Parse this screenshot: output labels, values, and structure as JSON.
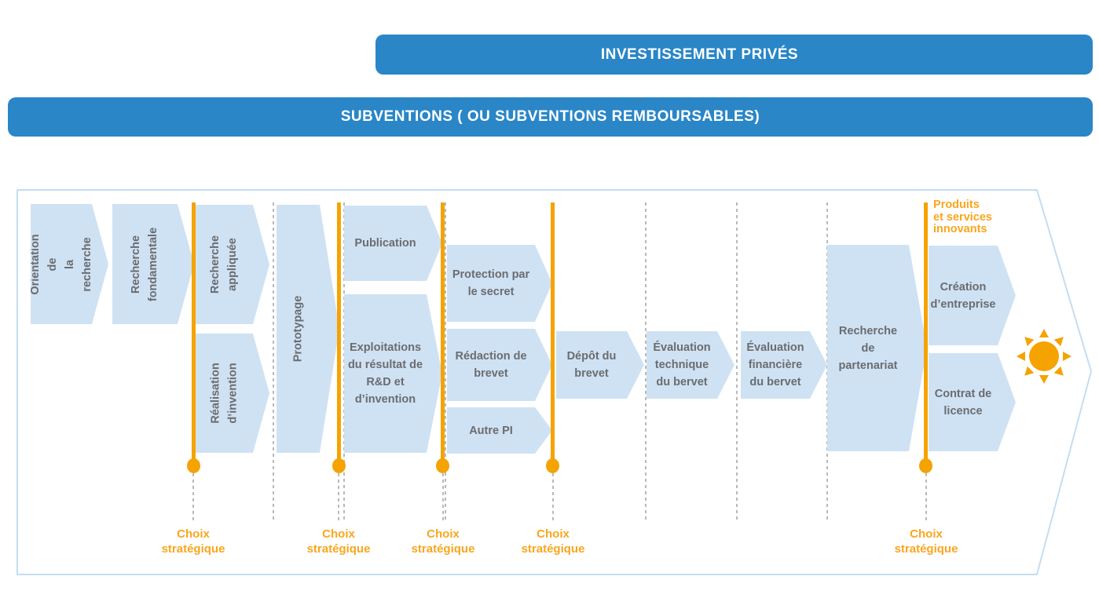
{
  "banners": {
    "investissement_prives": "INVESTISSEMENT PRIVÉS",
    "subventions": "SUBVENTIONS ( OU SUBVENTIONS REMBOURSABLES)"
  },
  "diagram": {
    "steps": [
      {
        "id": "orientation-de-la-recherche",
        "label": "Orientation de\nla recherche"
      },
      {
        "id": "recherche-fondamentale",
        "label": "Recherche\nfondamentale"
      },
      {
        "id": "recherche-appliquee",
        "label": "Recherche\nappliquée"
      },
      {
        "id": "realisation-d-invention",
        "label": "Réalisation\nd’invention"
      },
      {
        "id": "prototypage",
        "label": "Prototypage"
      },
      {
        "id": "publication",
        "label": "Publication"
      },
      {
        "id": "exploitations-du-resultat",
        "label": "Exploitations\ndu résultat de\nR&D et\nd’invention"
      },
      {
        "id": "protection-par-le-secret",
        "label": "Protection par\nle secret"
      },
      {
        "id": "redaction-de-brevet",
        "label": "Rédaction de\nbrevet"
      },
      {
        "id": "autre-pi",
        "label": "Autre PI"
      },
      {
        "id": "depot-du-brevet",
        "label": "Dépôt du\nbrevet"
      },
      {
        "id": "evaluation-technique",
        "label": "Évaluation\ntechnique\ndu bervet"
      },
      {
        "id": "evaluation-financiere",
        "label": "Évaluation\nfinancière\ndu bervet"
      },
      {
        "id": "recherche-de-partenariat",
        "label": "Recherche\nde\npartenariat"
      },
      {
        "id": "creation-d-entreprise",
        "label": "Création\nd’entreprise"
      },
      {
        "id": "contrat-de-licence",
        "label": "Contrat de\nlicence"
      }
    ],
    "choice_points": [
      {
        "label": "Choix\nstratégique"
      },
      {
        "label": "Choix\nstratégique"
      },
      {
        "label": "Choix\nstratégique"
      },
      {
        "label": "Choix\nstratégique"
      },
      {
        "label": "Choix\nstratégique"
      }
    ],
    "outcome_label": "Produits\net services\ninnovants",
    "icons": {
      "end": "sun-icon"
    }
  },
  "colors": {
    "banner_blue": "#2A86C7",
    "step_fill": "#CFE2F3",
    "outline_blue": "#C5DDF0",
    "accent_orange": "#F5A301",
    "orange_text": "#F9A61E",
    "label_gray": "#6A6C70",
    "dash_gray": "#B9B9B9"
  }
}
